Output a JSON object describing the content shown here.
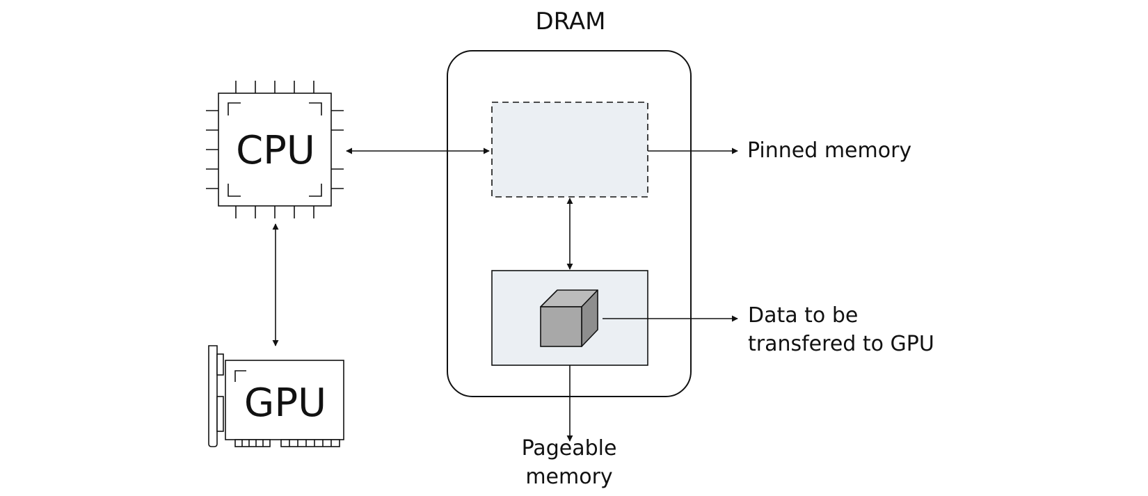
{
  "dram": {
    "title": "DRAM"
  },
  "cpu": {
    "label": "CPU"
  },
  "gpu": {
    "label": "GPU"
  },
  "pinned": {
    "label": "Pinned memory"
  },
  "data_transfer": {
    "line1": "Data to be",
    "line2": "transfered to GPU"
  },
  "pageable": {
    "line1": "Pageable",
    "line2": "memory"
  },
  "colors": {
    "stroke": "#111111",
    "memory_fill": "#ebeff3",
    "cube_front": "#a8a8a8",
    "cube_top": "#bcbcbc",
    "cube_side": "#8e8e8e"
  }
}
